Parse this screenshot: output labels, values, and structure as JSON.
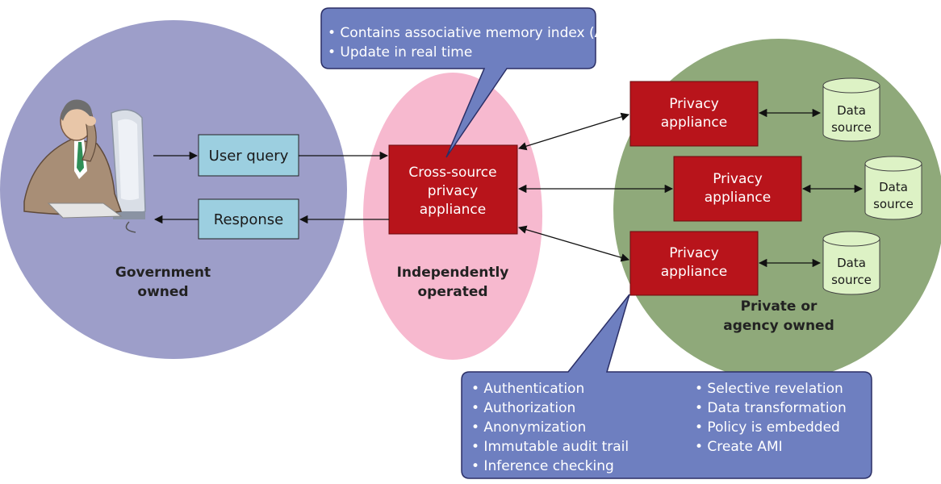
{
  "regions": {
    "government": {
      "line1": "Government",
      "line2": "owned",
      "color": "#9d9ec9"
    },
    "independent": {
      "line1": "Independently",
      "line2": "operated",
      "color": "#f7b9cf"
    },
    "private": {
      "line1": "Private or",
      "line2": "agency owned",
      "color": "#8fa97a"
    }
  },
  "flow": {
    "user_query": "User query",
    "response": "Response"
  },
  "cross_source": {
    "line1": "Cross-source",
    "line2": "privacy",
    "line3": "appliance"
  },
  "appliances": [
    {
      "line1": "Privacy",
      "line2": "appliance"
    },
    {
      "line1": "Privacy",
      "line2": "appliance"
    },
    {
      "line1": "Privacy",
      "line2": "appliance"
    }
  ],
  "data_sources": [
    {
      "line1": "Data",
      "line2": "source"
    },
    {
      "line1": "Data",
      "line2": "source"
    },
    {
      "line1": "Data",
      "line2": "source"
    }
  ],
  "top_callout": {
    "items": [
      "• Contains associative memory index (AMI)",
      "• Update in real time"
    ]
  },
  "bottom_callout": {
    "left_items": [
      "• Authentication",
      "• Authorization",
      "• Anonymization",
      "• Immutable audit trail",
      "• Inference checking"
    ],
    "right_items": [
      "• Selective revelation",
      "• Data transformation",
      "• Policy is embedded",
      "• Create AMI"
    ]
  },
  "colors": {
    "appliance": "#b8141b",
    "query_box": "#9ccfe0",
    "callout": "#6e7fc0",
    "cylinder": "#ddf2c5"
  }
}
